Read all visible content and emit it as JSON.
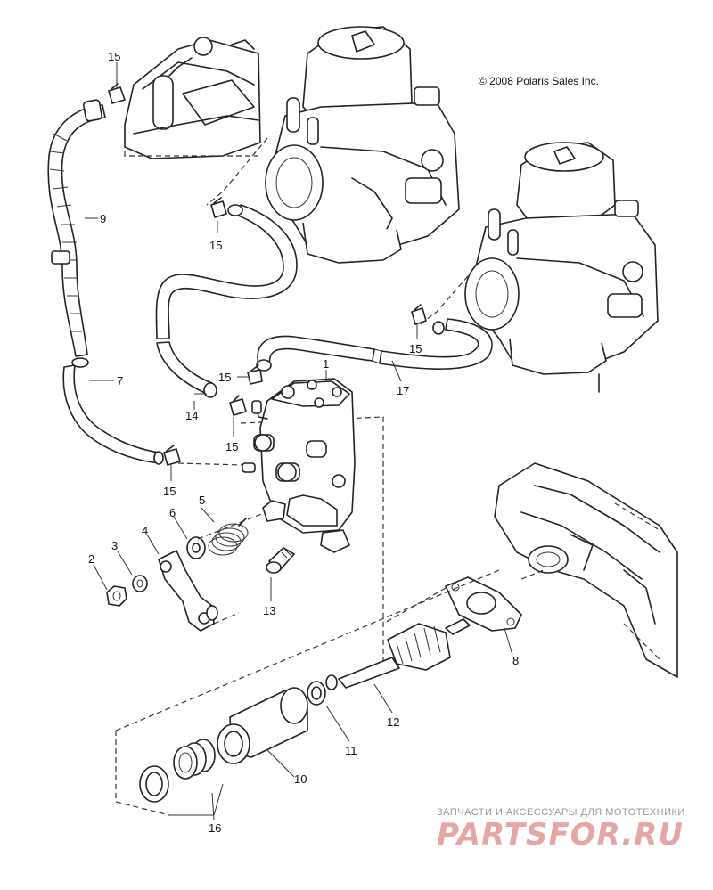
{
  "copyright": "© 2008 Polaris Sales Inc.",
  "callouts": {
    "c1": "1",
    "c2": "2",
    "c3": "3",
    "c4": "4",
    "c5": "5",
    "c6": "6",
    "c7": "7",
    "c8": "8",
    "c9": "9",
    "c10": "10",
    "c11": "11",
    "c12": "12",
    "c13": "13",
    "c14": "14",
    "c15": "15",
    "c16": "16",
    "c17": "17"
  },
  "watermark": {
    "tagline": "ЗАПЧАСТИ И АКСЕССУАРЫ ДЛЯ МОТОТЕХНИКИ",
    "brand": "PARTSFOR.RU"
  }
}
